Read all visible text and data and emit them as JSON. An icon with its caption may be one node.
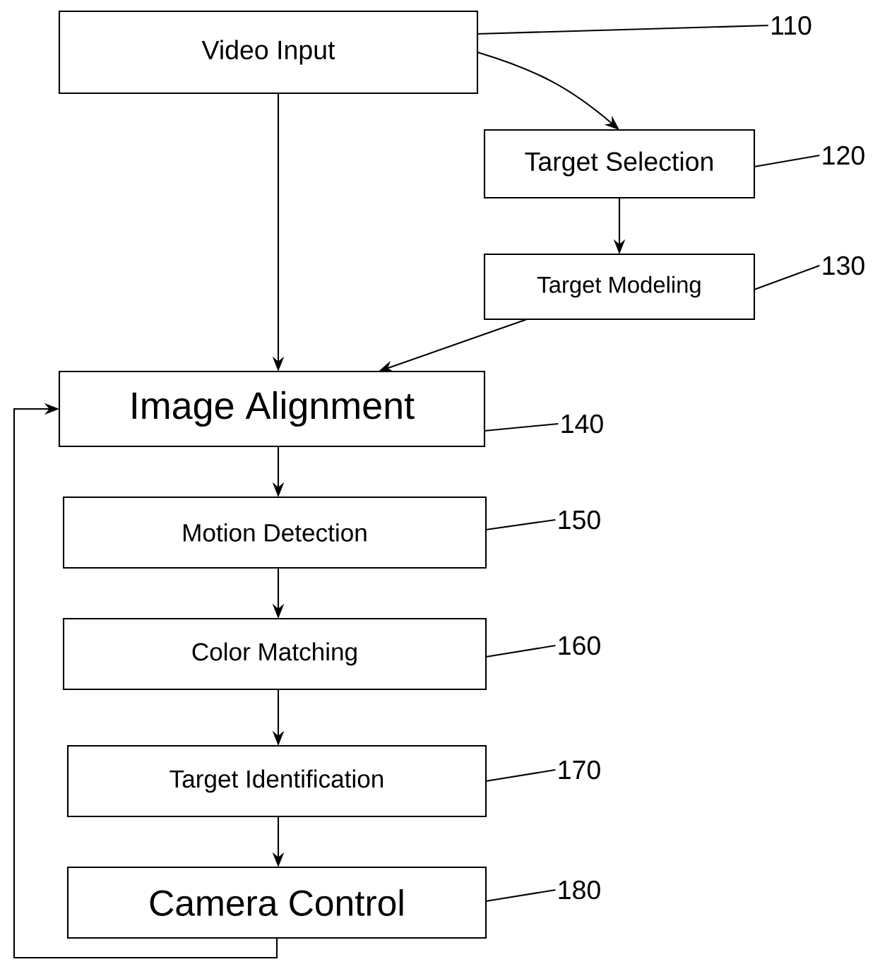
{
  "diagram": {
    "nodes": [
      {
        "text": [
          "Video Input"
        ]
      },
      {
        "text": [
          "Target Selection"
        ]
      },
      {
        "text": [
          "Target Modeling"
        ]
      },
      {
        "text": [
          "Image Alignment"
        ]
      },
      {
        "text": [
          "Motion Detection"
        ]
      },
      {
        "text": [
          "Color Matching"
        ]
      },
      {
        "text": [
          "Target Identification"
        ]
      },
      {
        "text": [
          "Camera Control"
        ]
      },
      {
        "text": [
          "110"
        ]
      },
      {
        "text": [
          "120"
        ]
      },
      {
        "text": [
          "130"
        ]
      },
      {
        "text": [
          "140"
        ]
      },
      {
        "text": [
          "150"
        ]
      },
      {
        "text": [
          "160"
        ]
      },
      {
        "text": [
          "170"
        ]
      },
      {
        "text": [
          "180"
        ]
      }
    ],
    "edges": [
      {
        "from": 0,
        "to": 3,
        "arrow": "to"
      },
      {
        "from": 0,
        "to": 1,
        "arrow": "to"
      },
      {
        "from": 1,
        "to": 2,
        "arrow": "to"
      },
      {
        "from": 2,
        "to": 3,
        "arrow": "to"
      },
      {
        "from": 3,
        "to": 4,
        "arrow": "to"
      },
      {
        "from": 4,
        "to": 5,
        "arrow": "to"
      },
      {
        "from": 5,
        "to": 6,
        "arrow": "to"
      },
      {
        "from": 6,
        "to": 7,
        "arrow": "to"
      },
      {
        "from": 7,
        "to": 3,
        "arrow": "to"
      },
      {
        "from": 8,
        "to": 0,
        "arrow": "none"
      },
      {
        "from": 9,
        "to": 1,
        "arrow": "none"
      },
      {
        "from": 10,
        "to": 2,
        "arrow": "none"
      },
      {
        "from": 11,
        "to": 3,
        "arrow": "none"
      },
      {
        "from": 12,
        "to": 4,
        "arrow": "none"
      },
      {
        "from": 13,
        "to": 5,
        "arrow": "none"
      },
      {
        "from": 14,
        "to": 6,
        "arrow": "none"
      },
      {
        "from": 15,
        "to": 7,
        "arrow": "none"
      }
    ]
  }
}
